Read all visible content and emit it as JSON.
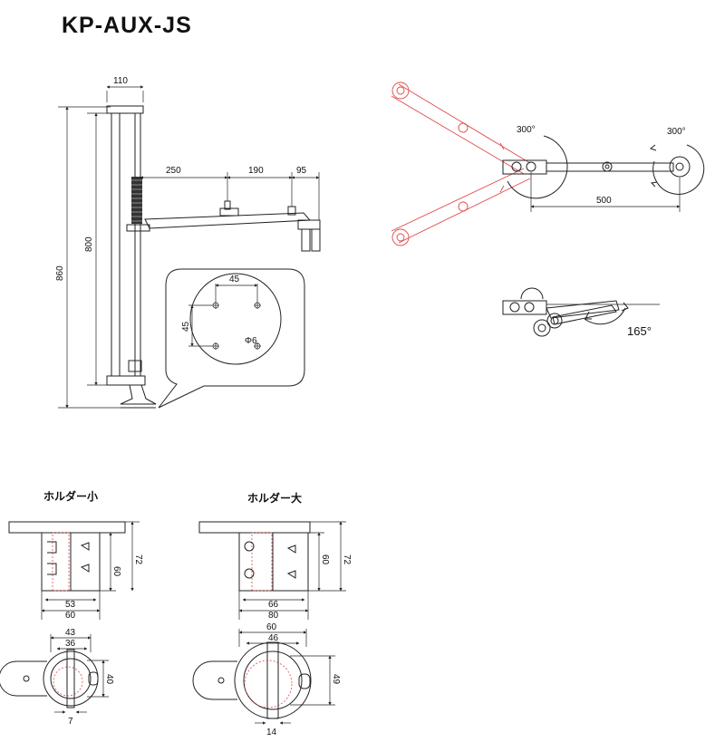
{
  "title": "KP-AUX-JS",
  "stand": {
    "dims": {
      "top_width": "110",
      "total_height": "860",
      "pole_height": "800",
      "arm1": "250",
      "arm2": "190",
      "arm3": "95"
    },
    "plate": {
      "hole_spacing_x": "45",
      "hole_spacing_y": "45",
      "hole_dia": "Φ6"
    }
  },
  "rotation": {
    "angle_base": "300°",
    "angle_end": "300°",
    "arm_length": "500",
    "tilt_angle": "165°"
  },
  "holder_small": {
    "label": "ホルダー小",
    "side": {
      "h_inner": "60",
      "h_outer": "72",
      "w_inner": "53",
      "w_outer": "60"
    },
    "top": {
      "w_outer": "43",
      "w_inner": "36",
      "depth": "40",
      "slot": "7"
    }
  },
  "holder_large": {
    "label": "ホルダー大",
    "side": {
      "h_inner": "60",
      "h_outer": "72",
      "w_inner": "66",
      "w_outer": "80"
    },
    "top": {
      "w_outer": "60",
      "w_inner": "46",
      "depth": "49",
      "slot": "14"
    }
  },
  "colors": {
    "line": "#222222",
    "accent": "#e04a4a"
  }
}
